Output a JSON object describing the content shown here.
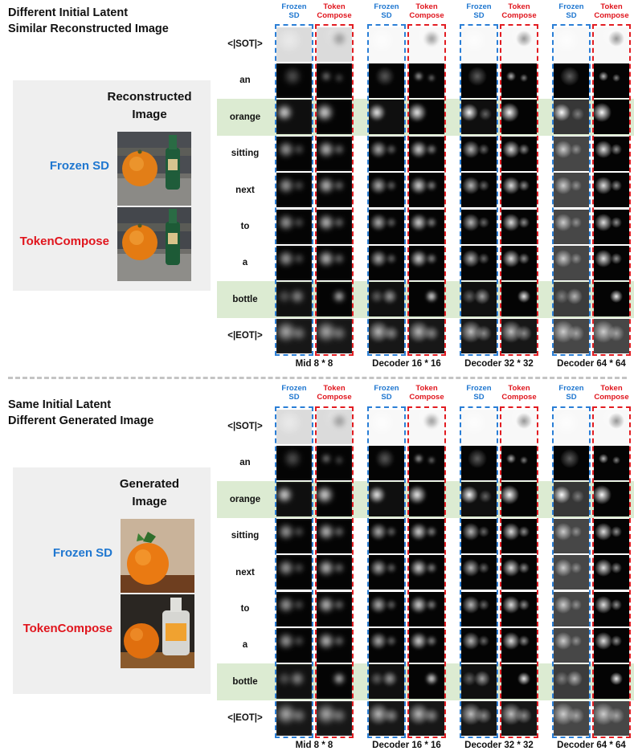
{
  "column_headers": {
    "frozen": "Frozen\nSD",
    "token": "Token\nCompose"
  },
  "tokens": [
    "<|SOT|>",
    "an",
    "orange",
    "sitting",
    "next",
    "to",
    "a",
    "bottle",
    "<|EOT|>"
  ],
  "highlighted_tokens": [
    "orange",
    "bottle"
  ],
  "resolutions": [
    "Mid 8 * 8",
    "Decoder 16 * 16",
    "Decoder 32 * 32",
    "Decoder 64 * 64"
  ],
  "top_panel": {
    "title_line1": "Different Initial Latent",
    "title_line2": "Similar Reconstructed Image",
    "side_header": "Reconstructed\nImage",
    "model_frozen": "Frozen SD",
    "model_token": "TokenCompose"
  },
  "bottom_panel": {
    "title_line1": "Same Initial Latent",
    "title_line2": "Different Generated Image",
    "side_header": "Generated\nImage",
    "model_frozen": "Frozen SD",
    "model_token": "TokenCompose"
  },
  "colors": {
    "frozen": "#1f77d0",
    "token": "#e0151d",
    "highlight": "#dcebd2",
    "side_box": "#efefef"
  }
}
